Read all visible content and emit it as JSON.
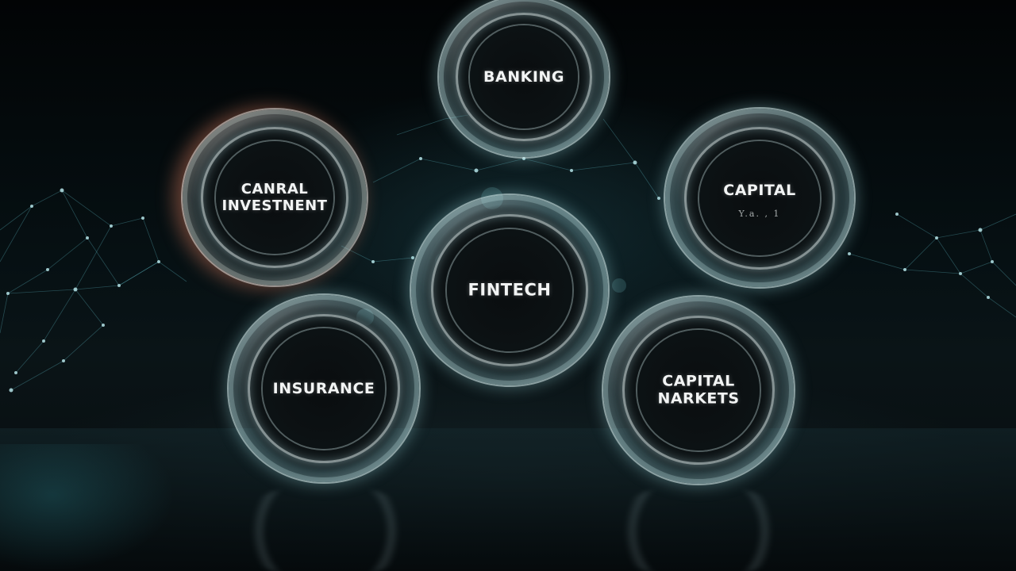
{
  "rings": {
    "banking": {
      "label": "BANKING"
    },
    "canral_investnent": {
      "line1": "CANRAL",
      "line2": "INVESTNENT"
    },
    "capital": {
      "label": "CAPITAL",
      "sub": "Y.a. ,  1"
    },
    "fintech": {
      "label": "FINTECH"
    },
    "insurance": {
      "label": "INSURANCE"
    },
    "capital_narkets": {
      "line1": "CAPITAL",
      "line2": "NARKETS"
    }
  },
  "colors": {
    "background": "#04080a",
    "network_line": "#5fb8c2",
    "ring_glass": "#cfe8ea",
    "warm_accent": "#d2785a",
    "label_text": "#f2f4f4"
  }
}
